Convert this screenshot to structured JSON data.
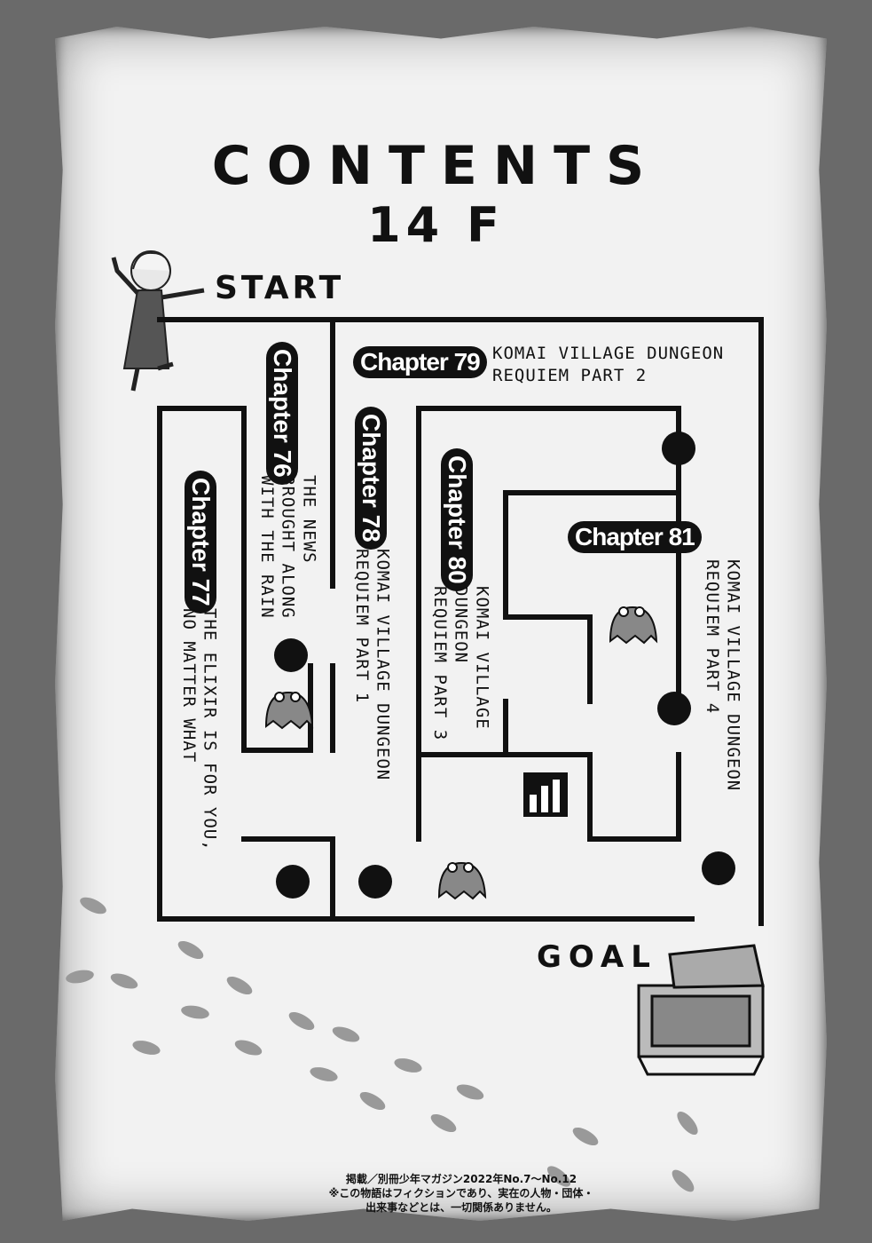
{
  "header": {
    "title": "CONTENTS",
    "floor": "14 F"
  },
  "maze": {
    "start_label": "START",
    "goal_label": "GOAL"
  },
  "chapters": [
    {
      "label": "Chapter 76",
      "title_lines": [
        "THE NEWS",
        "BROUGHT ALONG",
        "WITH THE RAIN"
      ]
    },
    {
      "label": "Chapter 77",
      "title_lines": [
        "THE ELIXIR IS FOR YOU,",
        "NO MATTER WHAT"
      ]
    },
    {
      "label": "Chapter 78",
      "title_lines": [
        "KOMAI VILLAGE DUNGEON",
        "REQUIEM PART 1"
      ]
    },
    {
      "label": "Chapter 79",
      "title_lines": [
        "KOMAI VILLAGE DUNGEON",
        "REQUIEM PART 2"
      ]
    },
    {
      "label": "Chapter 80",
      "title_lines": [
        "KOMAI VILLAGE",
        "DUNGEON",
        "REQUIEM PART 3"
      ]
    },
    {
      "label": "Chapter 81",
      "title_lines": [
        "KOMAI VILLAGE DUNGEON",
        "REQUIEM PART 4"
      ]
    }
  ],
  "footer": {
    "line1": "掲載／別冊少年マガジン2022年No.7〜No.12",
    "line2": "※この物語はフィクションであり、実在の人物・団体・",
    "line3": "出来事などとは、一切関係ありません。"
  }
}
